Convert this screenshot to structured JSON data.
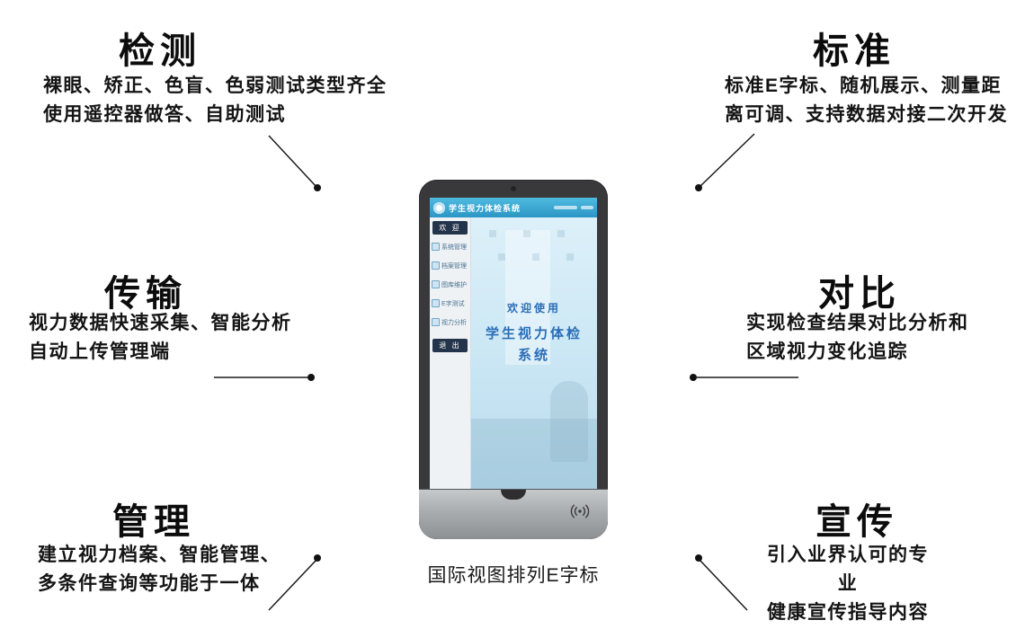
{
  "features": [
    {
      "id": "detect",
      "title": "检测",
      "lines": [
        "裸眼、矫正、色盲、色弱测试类型齐全",
        "使用遥控器做答、自助测试"
      ]
    },
    {
      "id": "standard",
      "title": "标准",
      "lines": [
        "标准E字标、随机展示、测量距",
        "离可调、支持数据对接二次开发"
      ]
    },
    {
      "id": "transfer",
      "title": "传输",
      "lines": [
        "视力数据快速采集、智能分析",
        "自动上传管理端"
      ]
    },
    {
      "id": "compare",
      "title": "对比",
      "lines": [
        "实现检查结果对比分析和",
        "区域视力变化追踪"
      ]
    },
    {
      "id": "manage",
      "title": "管理",
      "lines": [
        "建立视力档案、智能管理、",
        "多条件查询等功能于一体"
      ]
    },
    {
      "id": "publicity",
      "title": "宣传",
      "lines": [
        "引入业界认可的专业",
        "健康宣传指导内容"
      ]
    }
  ],
  "device": {
    "header": {
      "title": "学生视力体检系统"
    },
    "sidebar": {
      "welcome": "欢 迎",
      "items": [
        "系统管理",
        "档案管理",
        "图库维护",
        "E字测试",
        "视力分析"
      ],
      "exit": "退 出"
    },
    "screen": {
      "welcome_title": "欢迎使用",
      "system_name": "学生视力体检系统"
    },
    "caption": "国际视图排列E字标"
  },
  "colors": {
    "header_teal": "#35a8d2",
    "screen_text_blue": "#2a6db8",
    "body_text": "#141414",
    "device_body": "#39393b",
    "chin_gray": "#a9acae"
  }
}
